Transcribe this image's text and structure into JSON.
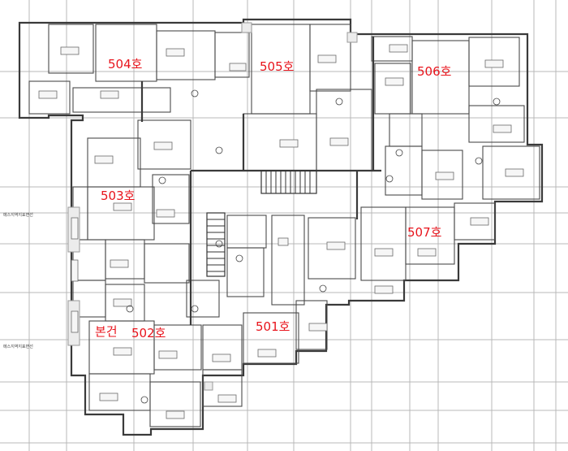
{
  "units": {
    "u504": "504호",
    "u505": "505호",
    "u506": "506호",
    "u503": "503호",
    "u507": "507호",
    "u501": "501호",
    "u502": "502호",
    "main_building": "본건"
  },
  "side_labels": {
    "upper": "메스지역지표면선",
    "lower": "메스지역지표면선"
  },
  "colors": {
    "unit_label": "#e8141c",
    "wall": "#3a3a3a",
    "grid": "#b8b8b8"
  }
}
